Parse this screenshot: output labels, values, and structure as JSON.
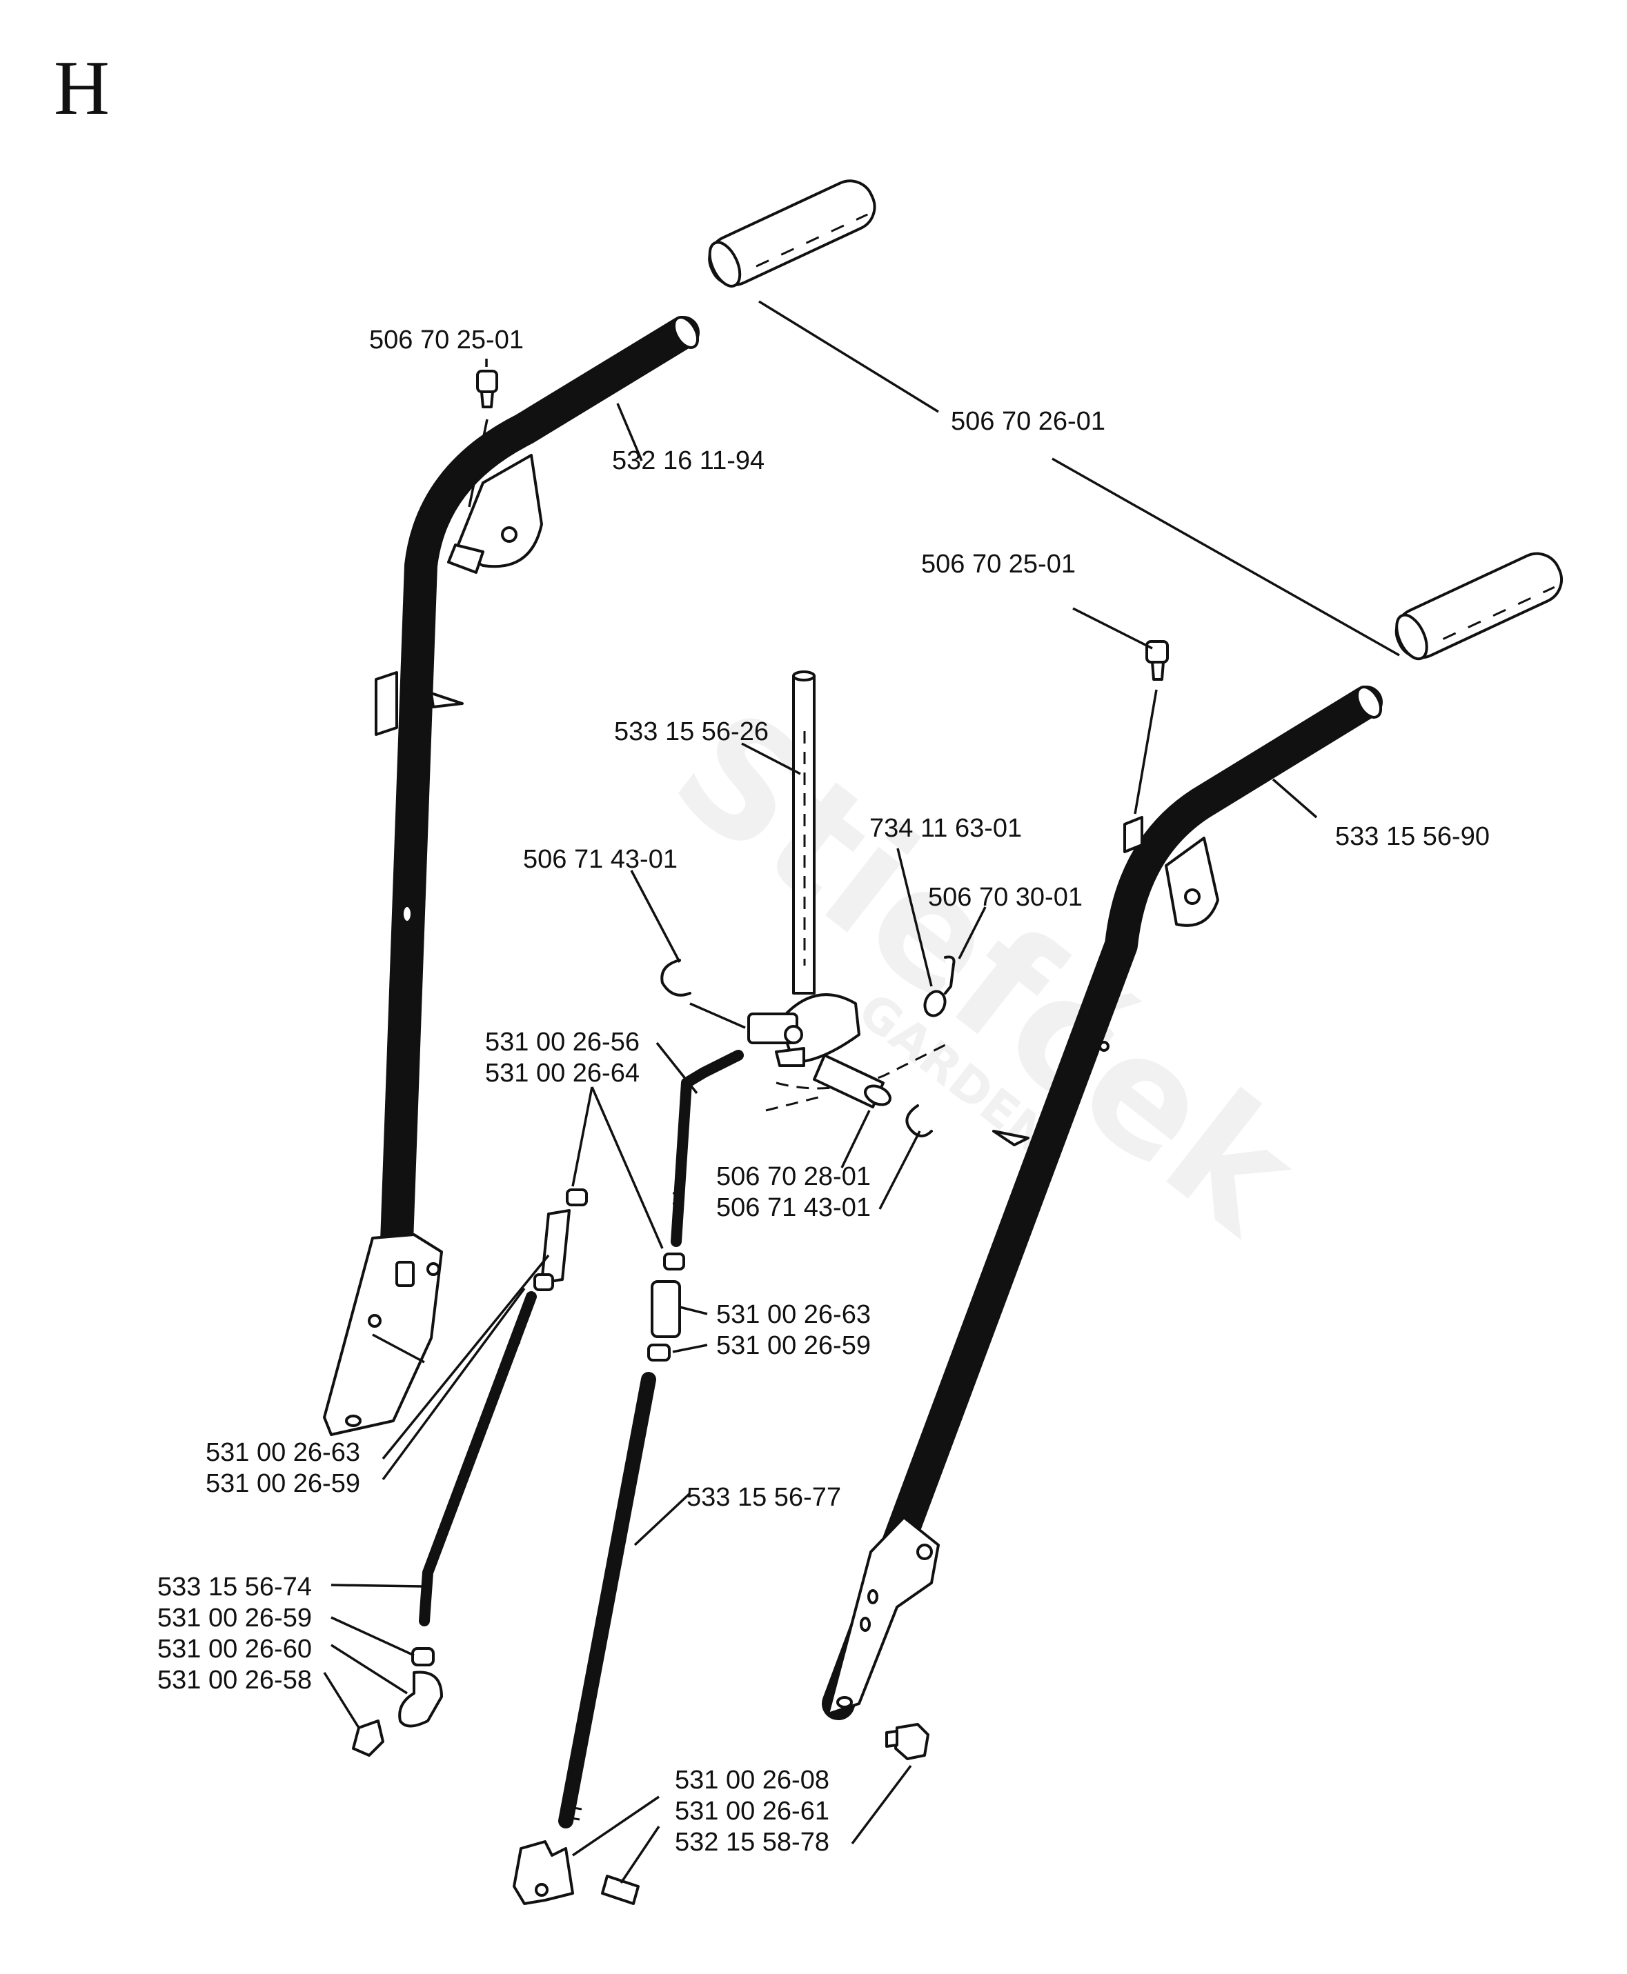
{
  "section_letter": "H",
  "watermark": {
    "brand": "Stiefček",
    "sub": "GARDEN"
  },
  "labels": {
    "l01": "506 70 25-01",
    "l02": "532 16 11-94",
    "l03": "506 70 26-01",
    "l04": "506 70 25-01",
    "l05": "533 15 56-26",
    "l06": "734 11 63-01",
    "l07": "533 15 56-90",
    "l08": "506 71 43-01",
    "l09": "506 70 30-01",
    "l10": "531 00 26-56",
    "l11": "531 00 26-64",
    "l12": "506 70 28-01",
    "l13": "506 71 43-01",
    "l14": "531 00 26-63",
    "l15": "531 00 26-59",
    "l16": "531 00 26-63",
    "l17": "531 00 26-59",
    "l18": "533 15 56-77",
    "l19": "533 15 56-74",
    "l20": "531 00 26-59",
    "l21": "531 00 26-60",
    "l22": "531 00 26-58",
    "l23": "531 00 26-08",
    "l24": "531 00 26-61",
    "l25": "532 15 58-78"
  }
}
